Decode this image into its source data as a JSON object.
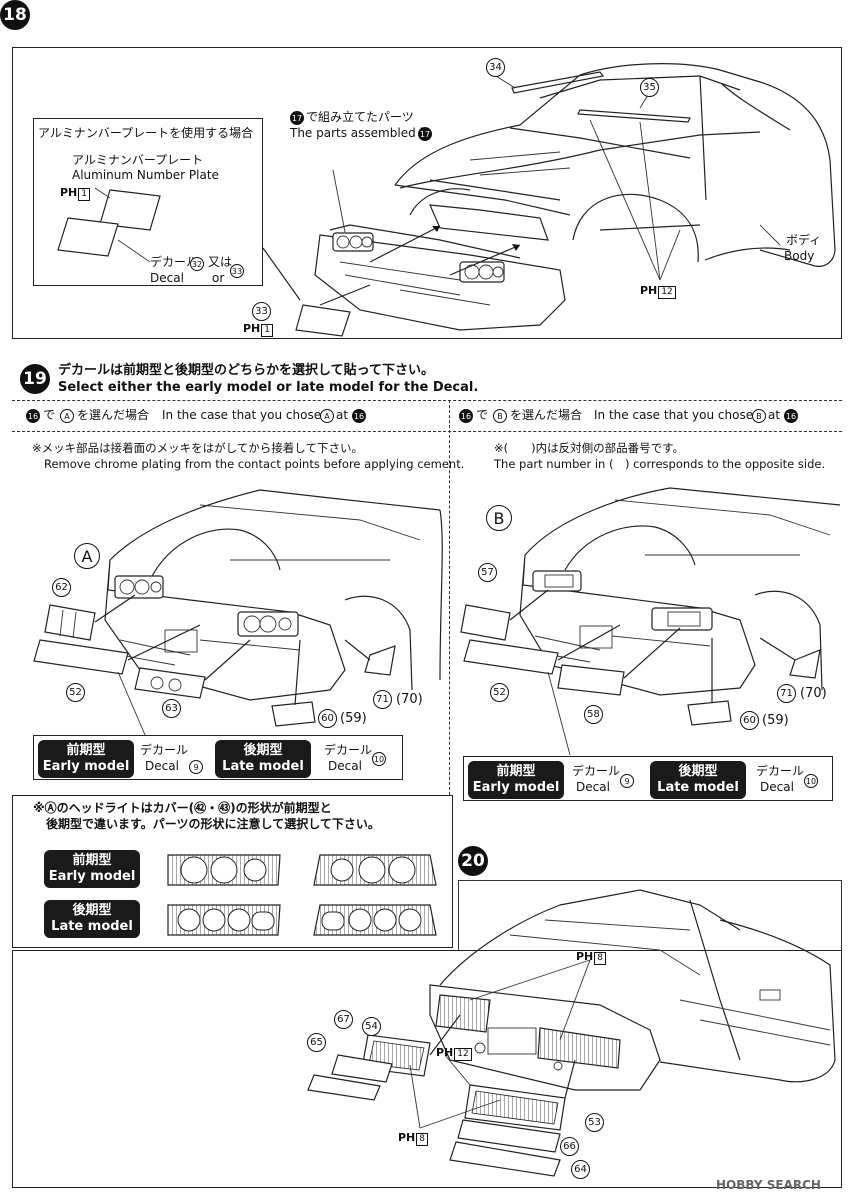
{
  "step18": {
    "number": "18",
    "inset_title": "アルミナンバープレートを使用する場合",
    "plate_jp": "アルミナンバープレート",
    "plate_en": "Aluminum Number Plate",
    "decal_jp": "デカール",
    "decal_en": "Decal",
    "or_jp": "又は",
    "or_en": "or",
    "decal_a": "32",
    "decal_b": "33",
    "assembled_jp": "で組み立てたパーツ",
    "assembled_en": "The parts assembled in",
    "assembled_ref": "17",
    "body_jp": "ボディ",
    "body_en": "Body",
    "parts": {
      "p34": "34",
      "p35": "35",
      "p33": "33"
    },
    "ph_prefix": "PH",
    "ph1": "1",
    "ph12": "12"
  },
  "step19": {
    "number": "19",
    "title_jp": "デカールは前期型と後期型のどちらかを選択して貼って下さい。",
    "title_en": "Select either the early model or late model for the Decal.",
    "left": {
      "ref": "16",
      "choice": "A",
      "jp": "で",
      "jp2": "を選んだ場合",
      "en": "In the case that you chose",
      "en_at": "at",
      "note_jp": "※メッキ部品は接着面のメッキをはがしてから接着して下さい。",
      "note_en": "Remove chrome plating from the contact points before applying cement.",
      "big_label": "A",
      "parts": {
        "p62": "62",
        "p52": "52",
        "p63": "63",
        "p71": "71",
        "p70": "(70)",
        "p60": "60",
        "p59": "(59)"
      }
    },
    "right": {
      "ref": "16",
      "choice": "B",
      "jp": "で",
      "jp2": "を選んだ場合",
      "en": "In the case that you chose",
      "en_at": "at",
      "note_jp": "※(　　)内は反対側の部品番号です。",
      "note_en": "The part number in (　) corresponds to the opposite side.",
      "big_label": "B",
      "parts": {
        "p57": "57",
        "p52": "52",
        "p58": "58",
        "p71": "71",
        "p70": "(70)",
        "p60": "60",
        "p59": "(59)"
      }
    },
    "early_jp": "前期型",
    "early_en": "Early model",
    "late_jp": "後期型",
    "late_en": "Late model",
    "decal_jp": "デカール",
    "decal_en": "Decal",
    "decal_early": "9",
    "decal_late": "10",
    "headlight_note_1": "※Ⓐのヘッドライトはカバー(㊷・㊸)の形状が前期型と",
    "headlight_note_2": "後期型で違います。パーツの形状に注意して選択して下さい。"
  },
  "step20": {
    "number": "20",
    "parts": {
      "p54": "54",
      "p67": "67",
      "p65": "65",
      "p53": "53",
      "p66": "66",
      "p64": "64"
    },
    "ph_prefix": "PH",
    "ph8": "8",
    "ph12": "12"
  },
  "watermark": "HOBBY SEARCH"
}
